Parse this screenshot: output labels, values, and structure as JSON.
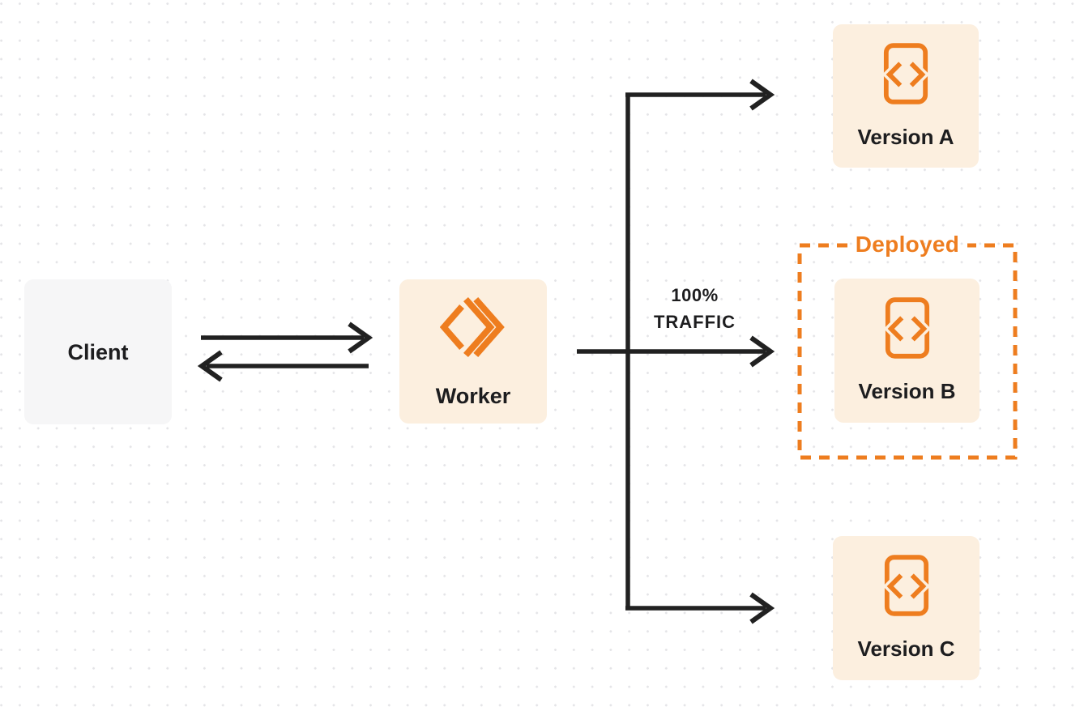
{
  "colors": {
    "background": "#ffffff",
    "dot": "#e4e4e7",
    "line": "#212121",
    "accent": "#ee7d1f",
    "cream": "#fcefdf",
    "client_bg": "#f6f6f7",
    "text_dark": "#1d1d1f"
  },
  "nodes": {
    "client": {
      "label": "Client"
    },
    "worker": {
      "label": "Worker"
    },
    "version_a": {
      "label": "Version A"
    },
    "version_b": {
      "label": "Version B"
    },
    "version_c": {
      "label": "Version C"
    }
  },
  "annotations": {
    "deployed": {
      "label": "Deployed"
    },
    "traffic": {
      "line1": "100%",
      "line2": "TRAFFIC"
    }
  },
  "icons": {
    "worker_icon": "workers-logo-icon",
    "version_icon": "code-file-icon"
  }
}
